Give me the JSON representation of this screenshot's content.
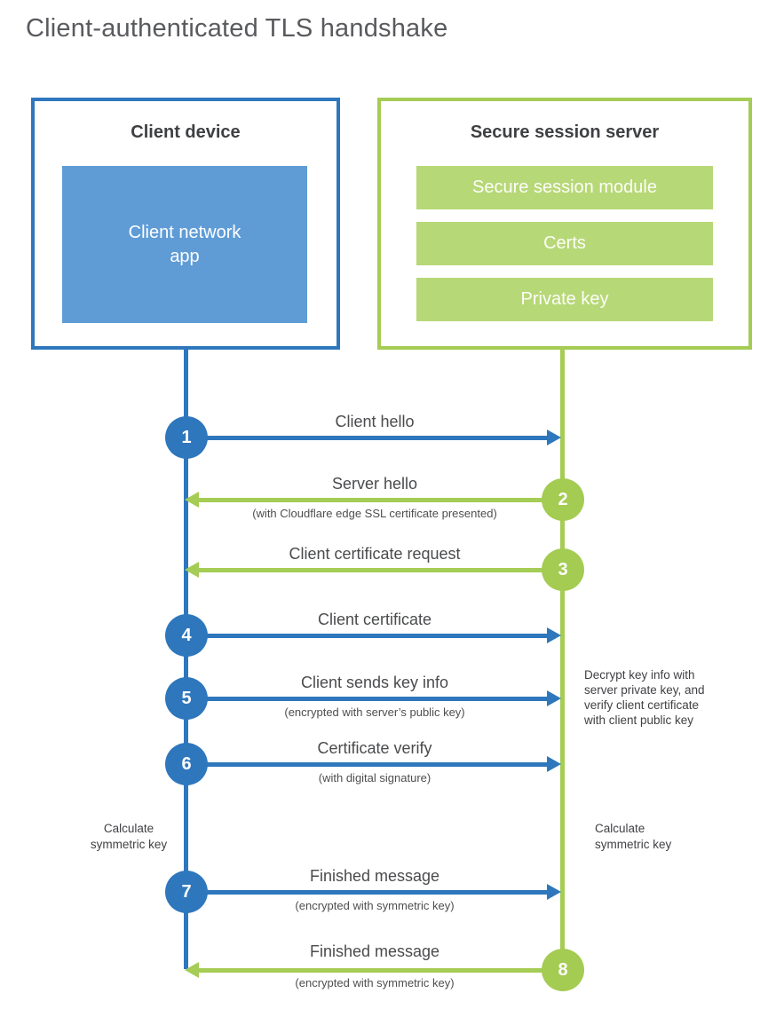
{
  "title": "Client-authenticated TLS handshake",
  "client": {
    "title": "Client device",
    "app_lines": [
      "Client network",
      "app"
    ]
  },
  "server": {
    "title": "Secure session server",
    "modules": [
      "Secure session module",
      "Certs",
      "Private key"
    ]
  },
  "steps": [
    {
      "num": "1",
      "from": "client",
      "direction": "right",
      "label": "Client hello",
      "sublabel": ""
    },
    {
      "num": "2",
      "from": "server",
      "direction": "left",
      "label": "Server hello",
      "sublabel": "(with Cloudflare edge SSL certificate presented)"
    },
    {
      "num": "3",
      "from": "server",
      "direction": "left",
      "label": "Client certificate request",
      "sublabel": ""
    },
    {
      "num": "4",
      "from": "client",
      "direction": "right",
      "label": "Client certificate",
      "sublabel": ""
    },
    {
      "num": "5",
      "from": "client",
      "direction": "right",
      "label": "Client sends key info",
      "sublabel": "(encrypted with server’s public key)"
    },
    {
      "num": "6",
      "from": "client",
      "direction": "right",
      "label": "Certificate verify",
      "sublabel": "(with digital signature)"
    },
    {
      "num": "7",
      "from": "client",
      "direction": "right",
      "label": "Finished message",
      "sublabel": "(encrypted with symmetric key)"
    },
    {
      "num": "8",
      "from": "server",
      "direction": "left",
      "label": "Finished message",
      "sublabel": "(encrypted with symmetric key)"
    }
  ],
  "notes": {
    "decrypt_lines": [
      "Decrypt key info with",
      "server private key, and",
      "verify client certificate",
      "with client public key"
    ],
    "calc_left_lines": [
      "Calculate",
      "symmetric key"
    ],
    "calc_right_lines": [
      "Calculate",
      "symmetric key"
    ]
  },
  "colors": {
    "blue_stroke": "#2e77bd",
    "blue_fill": "#5f9cd6",
    "green_stroke": "#a5cc55",
    "green_circle": "#a4cb52",
    "green_fill": "#b7d877",
    "heading_text": "#3f4043",
    "label_text": "#4a4b4d",
    "title_text": "#595a5e"
  }
}
